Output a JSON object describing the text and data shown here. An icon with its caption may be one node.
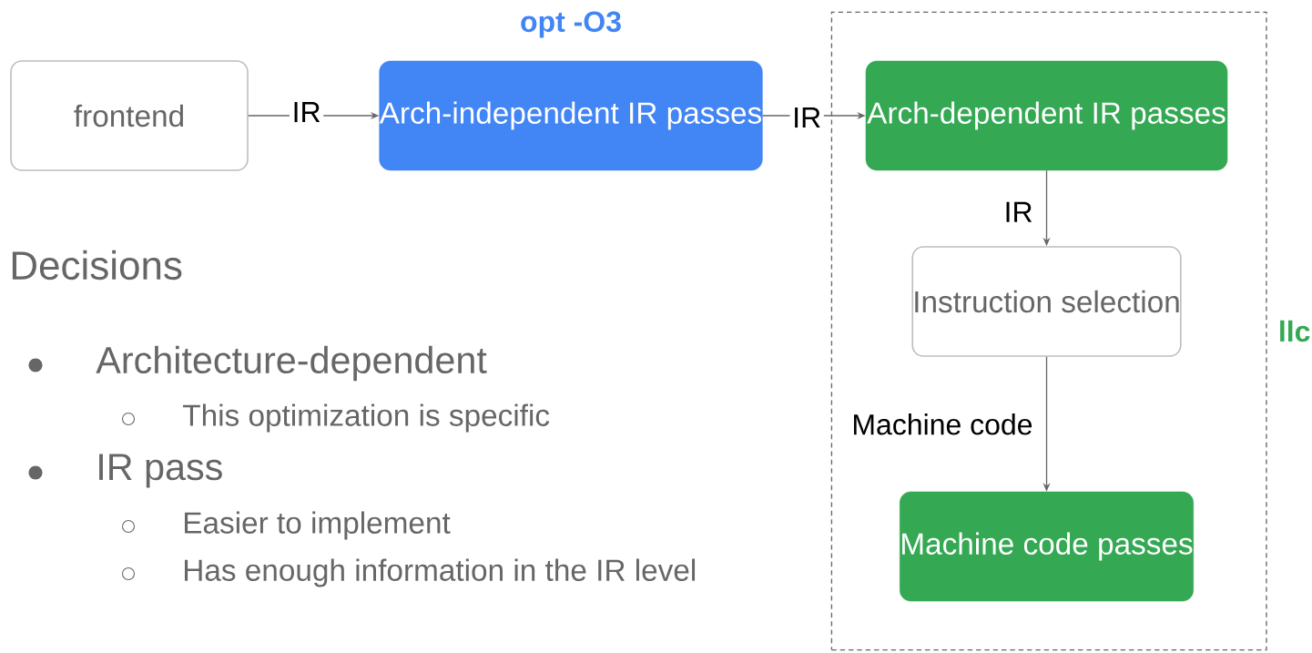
{
  "diagram": {
    "nodes": [
      {
        "text": [
          "frontend"
        ]
      },
      {
        "text": [
          "Arch-independent IR passes"
        ],
        "beside": [
          "opt -O3"
        ]
      },
      {
        "text": [
          "llc"
        ]
      },
      {
        "text": [
          "Arch-dependent IR passes"
        ],
        "in": 2
      },
      {
        "text": [
          "Instruction selection"
        ],
        "in": 2
      },
      {
        "text": [
          "Machine code passes"
        ],
        "in": 2
      }
    ],
    "edges": [
      {
        "from": 0,
        "to": 1,
        "arrow": "to",
        "label": "IR"
      },
      {
        "from": 1,
        "to": 3,
        "arrow": "to",
        "label": "IR"
      },
      {
        "from": 3,
        "to": 4,
        "arrow": "to",
        "label": "IR"
      },
      {
        "from": 4,
        "to": 5,
        "arrow": "to",
        "label": "Machine code"
      }
    ],
    "labels": [
      "Decisions",
      "Architecture-dependent",
      "This optimization is specific",
      "IR pass",
      "Easier to implement",
      "Has enough information in the IR level"
    ]
  }
}
